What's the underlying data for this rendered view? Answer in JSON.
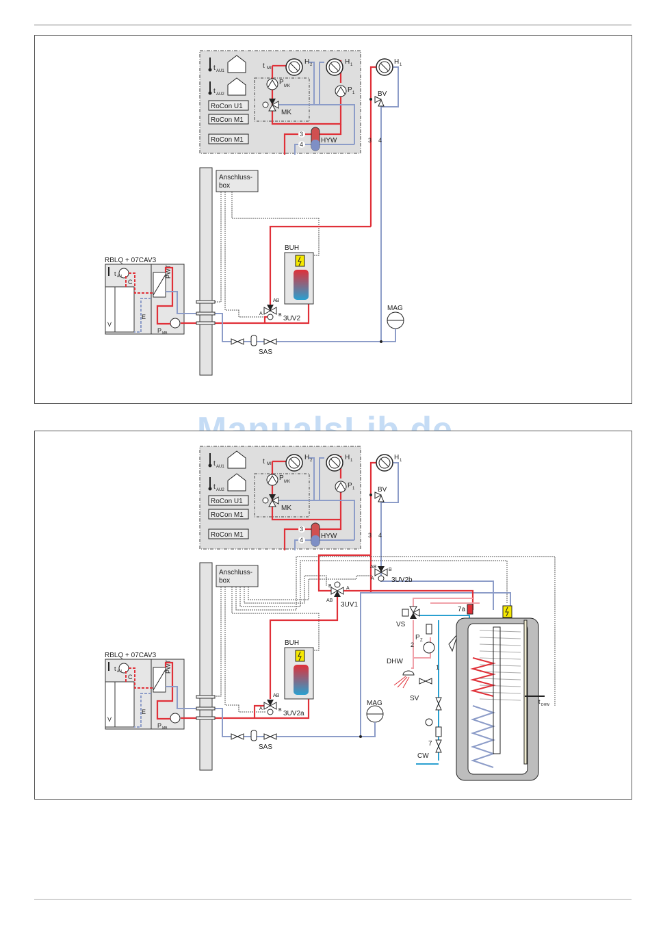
{
  "watermark": "ManualsLib.de",
  "colors": {
    "hot": "#e03038",
    "cold": "#8c9cc8",
    "dhw": "#2aa0d0",
    "control": "#555555",
    "box": "#e8e8e8",
    "panel_bg": "#dcdcdc"
  },
  "diagram1": {
    "control_box": {
      "sensors": [
        "t",
        "t"
      ],
      "sensor_subs": [
        "AU1",
        "AU2"
      ],
      "controllers": [
        "RoCon U1",
        "RoCon M1",
        "RoCon M1"
      ],
      "mixer_sensor": "t",
      "mixer_sensor_sub": "MI",
      "circuits": [
        "H",
        "H"
      ],
      "circuit_subs": [
        "2",
        "1"
      ],
      "pump_mk": "P",
      "pump_mk_sub": "MK",
      "mixer": "MK",
      "pump_1": "P",
      "pump_1_sub": "1",
      "hyw": "HYW",
      "port3": "3",
      "port4": "4"
    },
    "external_circuit": {
      "label": "H",
      "sub": "1",
      "valve": "BV",
      "port3": "3",
      "port4": "4"
    },
    "outdoor_unit": {
      "title": "RBLQ + 07CAV3",
      "sensor": "t",
      "sensor_sub": "AU",
      "compressor": "C",
      "heat_exchanger": "PWT",
      "fan": "V",
      "expansion": "E",
      "pump": "P",
      "pump_sub": "MB"
    },
    "anschlussbox": [
      "Anschluss-",
      "box"
    ],
    "buh": "BUH",
    "valve_3uv2": {
      "label": "3UV2",
      "ab": "AB",
      "a": "A",
      "b": "B"
    },
    "sas": "SAS",
    "mag": "MAG"
  },
  "diagram2": {
    "control_box": {
      "sensors": [
        "t",
        "t"
      ],
      "sensor_subs": [
        "AU1",
        "AU2"
      ],
      "controllers": [
        "RoCon U1",
        "RoCon M1",
        "RoCon M1"
      ],
      "mixer_sensor": "t",
      "mixer_sensor_sub": "MI",
      "circuits": [
        "H",
        "H"
      ],
      "circuit_subs": [
        "2",
        "1"
      ],
      "pump_mk": "P",
      "pump_mk_sub": "MK",
      "mixer": "MK",
      "pump_1": "P",
      "pump_1_sub": "1",
      "hyw": "HYW",
      "port3": "3",
      "port4": "4"
    },
    "external_circuit": {
      "label": "H",
      "sub": "1",
      "valve": "BV",
      "port3": "3",
      "port4": "4"
    },
    "outdoor_unit": {
      "title": "RBLQ + 07CAV3",
      "sensor": "t",
      "sensor_sub": "AU",
      "compressor": "C",
      "heat_exchanger": "PWT",
      "fan": "V",
      "expansion": "E",
      "pump": "P",
      "pump_sub": "MB"
    },
    "anschlussbox": [
      "Anschluss-",
      "box"
    ],
    "buh": "BUH",
    "valve_3uv2a": {
      "label": "3UV2a",
      "ab": "AB",
      "a": "A",
      "b": "B"
    },
    "valve_3uv1": {
      "label": "3UV1",
      "ab": "AB",
      "a": "A",
      "b": "B"
    },
    "valve_3uv2b": {
      "label": "3UV2b",
      "ab": "AB",
      "a": "A",
      "b": "B"
    },
    "sas": "SAS",
    "mag": "MAG",
    "dhw_side": {
      "vs": "VS",
      "pz": "P",
      "pz_sub": "Z",
      "line2": "2",
      "dhw": "DHW",
      "line1": "1",
      "sv": "SV",
      "line7": "7",
      "line7a": "7a",
      "cw": "CW",
      "tdhw": "t",
      "tdhw_sub": "DHW"
    }
  }
}
